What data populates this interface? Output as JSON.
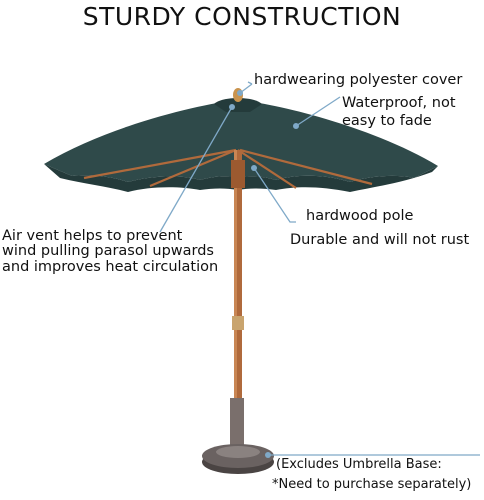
{
  "title": "STURDY CONSTRUCTION",
  "callouts": {
    "cover": {
      "heading": "hardwearing polyester cover",
      "line1": "Waterproof, not",
      "line2": "easy to fade"
    },
    "pole": {
      "heading": "hardwood pole",
      "detail": "Durable and will not rust"
    },
    "vent": {
      "line1": "Air vent helps to prevent",
      "line2": "wind pulling parasol upwards",
      "line3": "and improves heat circulation"
    },
    "base": {
      "line1": "(Excludes Umbrella Base:",
      "line2": "*Need to purchase separately)"
    }
  },
  "colors": {
    "canopy": "#2f4a4a",
    "canopy_dark": "#243b3b",
    "wood": "#b06a3c",
    "callout_line": "#7fa9c8",
    "base": "#5a5352"
  }
}
